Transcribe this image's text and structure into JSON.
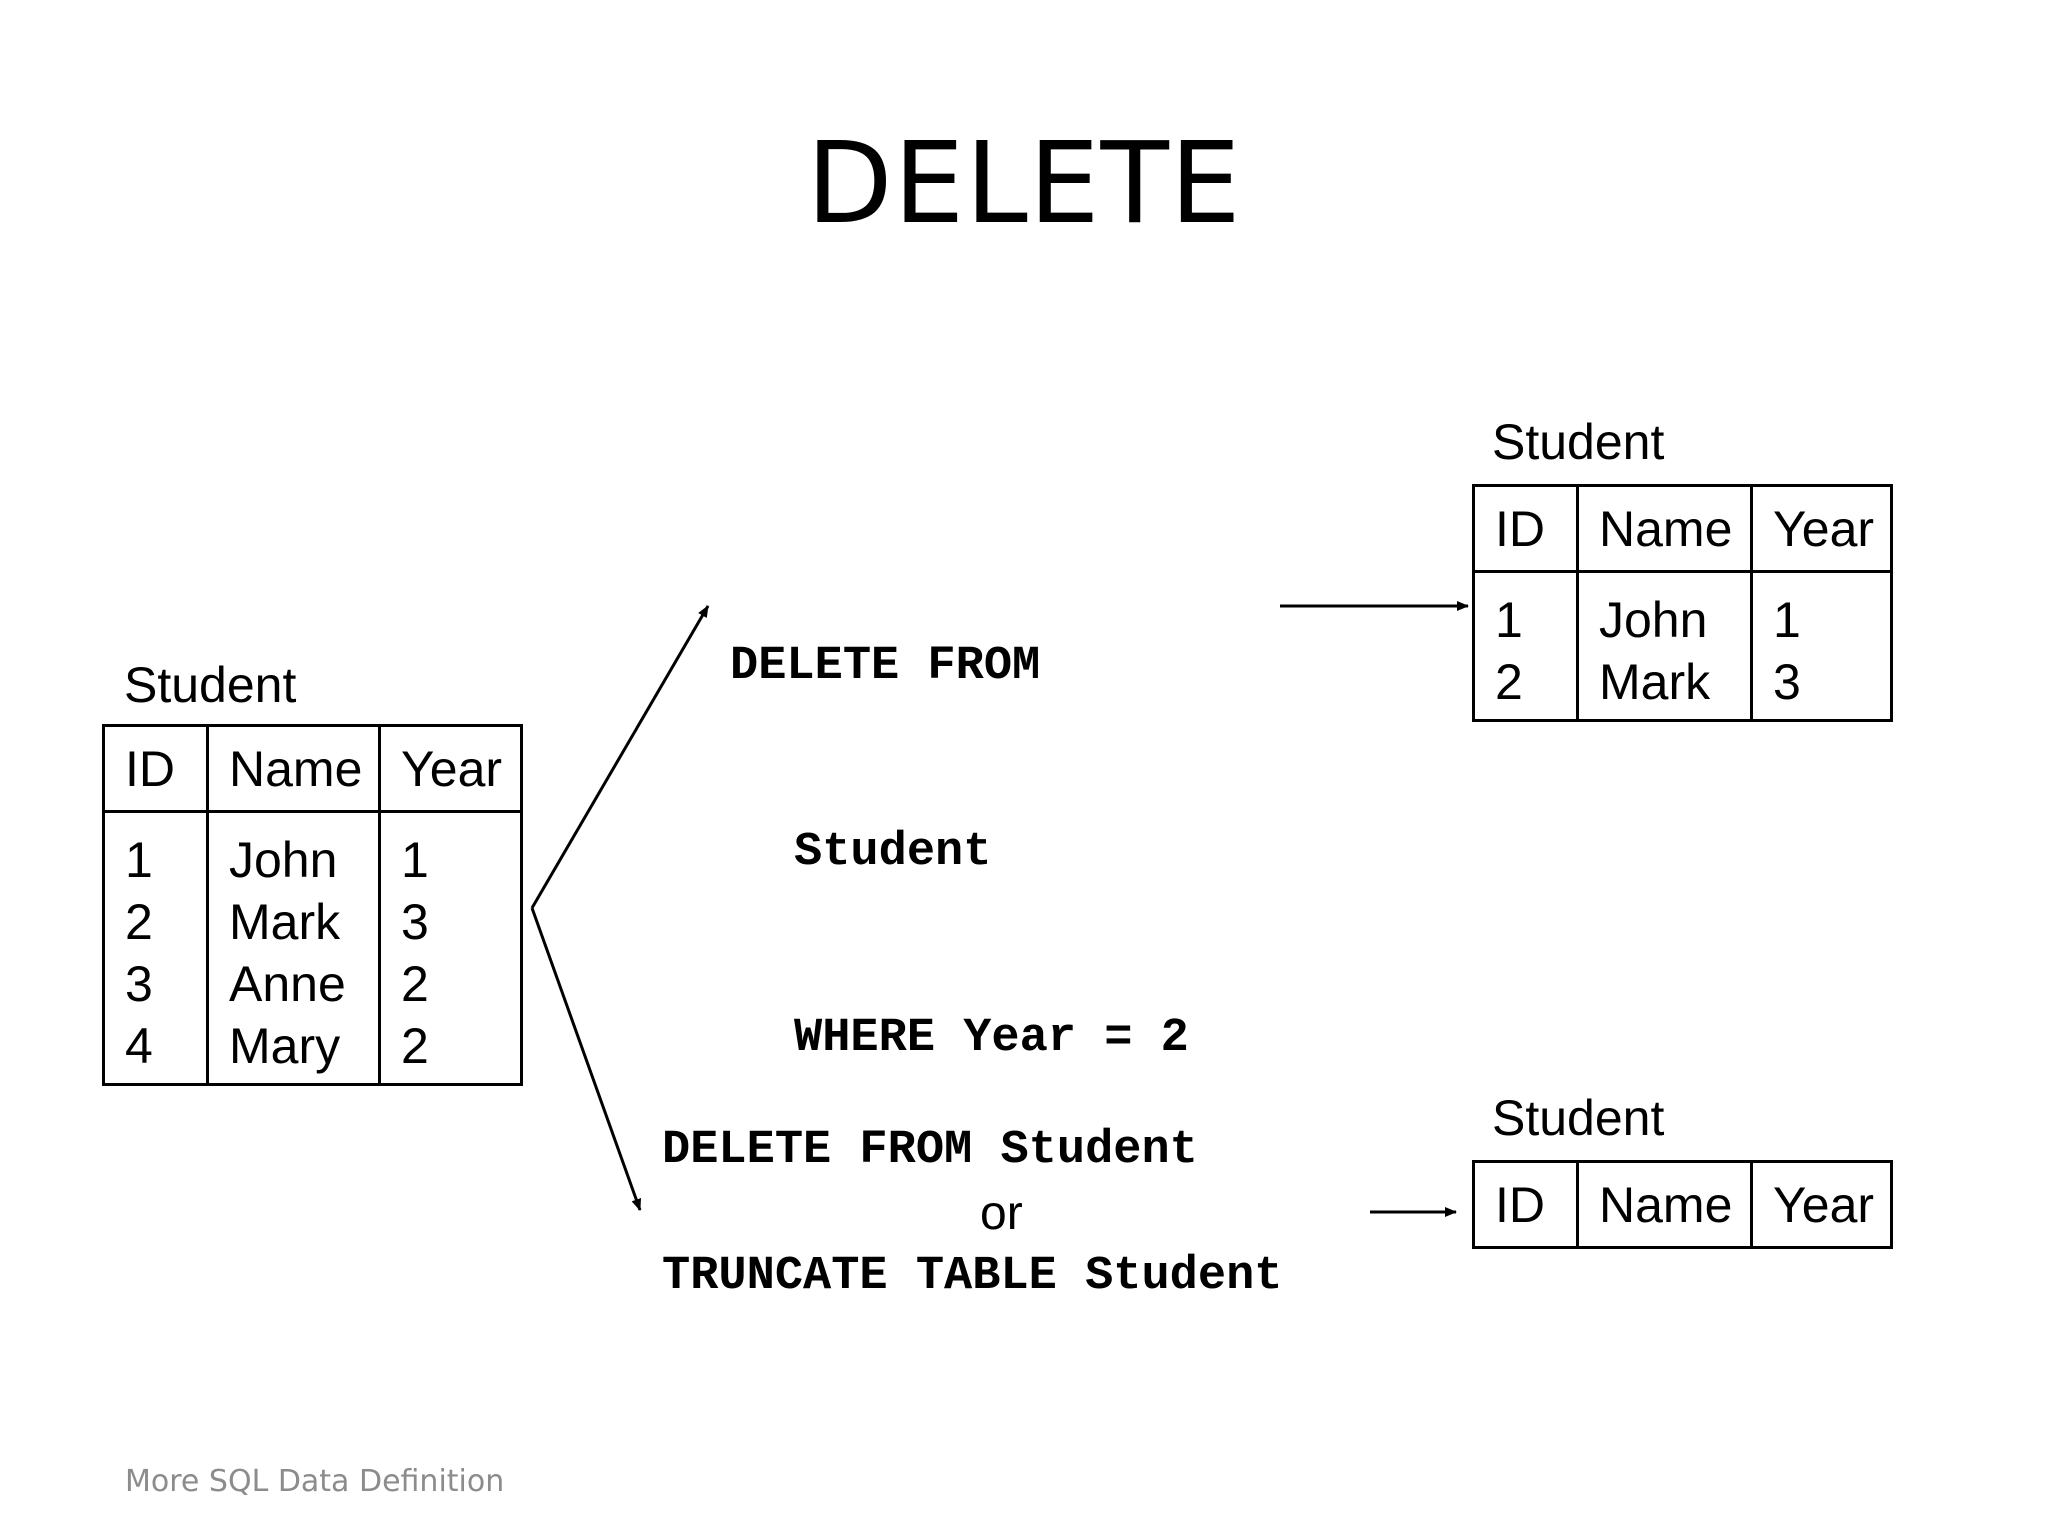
{
  "title": "DELETE",
  "footer": "More SQL Data Definition",
  "source_table": {
    "caption": "Student",
    "headers": [
      "ID",
      "Name",
      "Year"
    ],
    "ids": [
      "1",
      "2",
      "3",
      "4"
    ],
    "names": [
      "John",
      "Mark",
      "Anne",
      "Mary"
    ],
    "years": [
      "1",
      "3",
      "2",
      "2"
    ]
  },
  "query_where": {
    "line1": "DELETE FROM",
    "line2": "Student",
    "line3": "WHERE Year = 2"
  },
  "query_all": {
    "line1": "DELETE FROM Student",
    "or": "or",
    "line2": "TRUNCATE TABLE Student"
  },
  "result_where": {
    "caption": "Student",
    "headers": [
      "ID",
      "Name",
      "Year"
    ],
    "ids": [
      "1",
      "2"
    ],
    "names": [
      "John",
      "Mark"
    ],
    "years": [
      "1",
      "3"
    ]
  },
  "result_all": {
    "caption": "Student",
    "headers": [
      "ID",
      "Name",
      "Year"
    ]
  }
}
